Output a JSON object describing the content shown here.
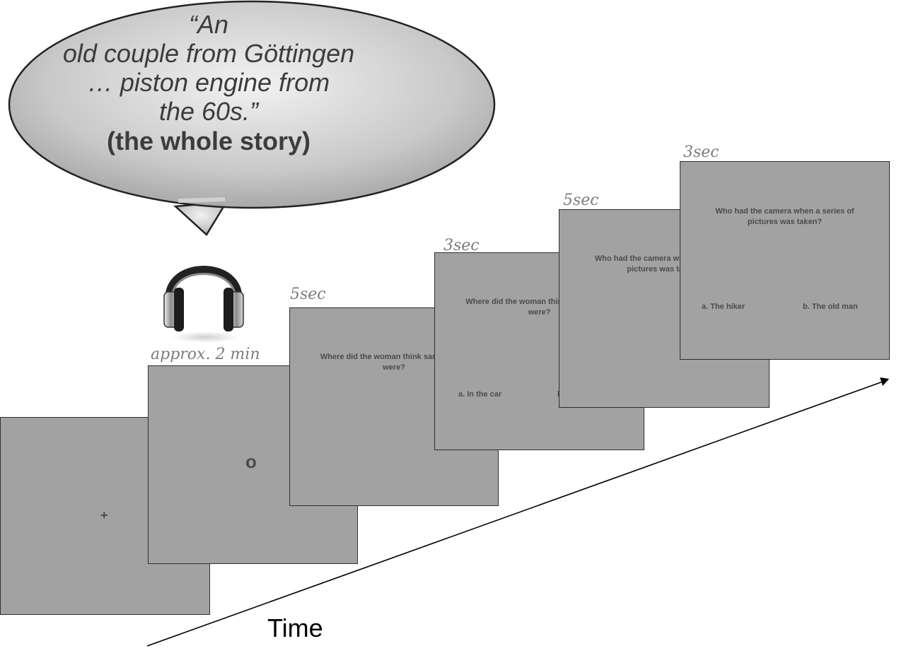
{
  "story": {
    "line1": "“An",
    "line2": "old couple from Göttingen",
    "line3": "… piston engine from",
    "line4": "the 60s.”",
    "note": "(the whole story)"
  },
  "icons": {
    "audio": "headphones-icon"
  },
  "screens": {
    "fixation": {
      "symbol": "+"
    },
    "listening": {
      "duration": "approx. 2 min",
      "symbol": "o"
    },
    "q1": {
      "duration": "5sec",
      "text": "Where did the woman think sandwiches were?"
    },
    "q1_answers": {
      "duration": "3sec",
      "text": "Where did the woman think sandwiches were?",
      "a": "a. In the car",
      "b": "b."
    },
    "q2": {
      "duration": "5sec",
      "text": "Who had the camera when a series of pictures was taken?"
    },
    "q2_answers": {
      "duration": "3sec",
      "text": "Who had the camera when a series of pictures was taken?",
      "a": "a. The hiker",
      "b": "b. The old man"
    }
  },
  "axis": {
    "label": "Time"
  },
  "colors": {
    "screen": "#a2a2a2",
    "text_on_screen": "#4b4b4b",
    "duration": "#7c7c7c"
  }
}
